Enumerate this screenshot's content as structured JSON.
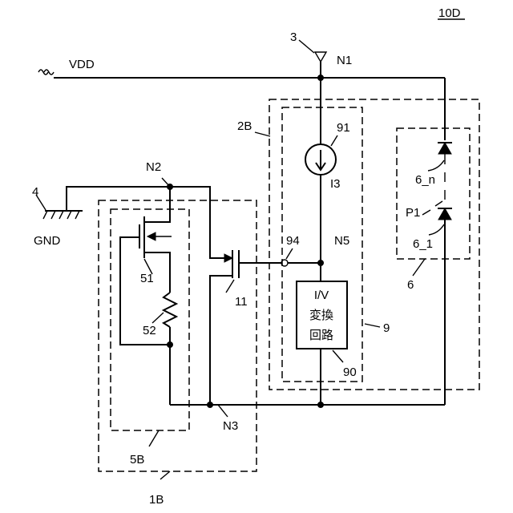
{
  "figure_label": "10D",
  "nodes": {
    "n1": "N1",
    "n2": "N2",
    "n3": "N3",
    "n5": "N5",
    "p1": "P1"
  },
  "supply": {
    "vdd": "VDD",
    "gnd": "GND",
    "gnd_ref": "4",
    "pad_ref": "3"
  },
  "blocks": {
    "b1B": "1B",
    "b2B": "2B",
    "b5B": "5B",
    "b9": "9",
    "b6": "6"
  },
  "components": {
    "t51": "51",
    "r52": "52",
    "t11": "11",
    "cs91": "91",
    "i3": "I3",
    "node94": "94",
    "iv_line1": "I/V",
    "iv_line2": "変換",
    "iv_line3": "回路",
    "iv_ref": "90",
    "d6n": "6_n",
    "d61": "6_1"
  }
}
